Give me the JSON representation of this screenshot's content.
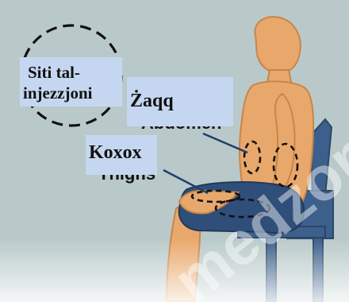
{
  "labels": {
    "sites_line1": "Siti tal-",
    "sites_line2": "injezzjoni",
    "abdomen": "Żaqq",
    "thighs": "Koxox",
    "abdomen_en_partial": "Abdomen",
    "thighs_en_partial": "Thighs"
  },
  "watermark": {
    "text": "medzona"
  },
  "colors": {
    "background": "#b9c9c9",
    "skin": "#e9a86b",
    "skin_outline": "#c9844a",
    "shorts": "#2f4f7a",
    "chair": "#3d5f8c",
    "label_box": "#c5d7f0",
    "dash": "#111111"
  }
}
